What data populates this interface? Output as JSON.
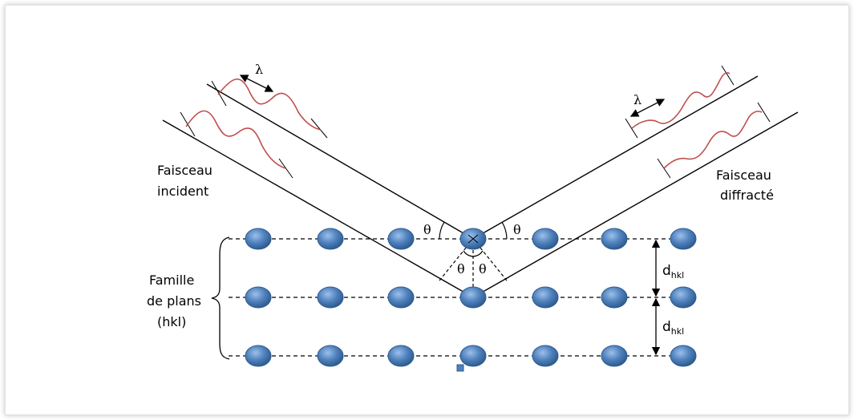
{
  "labels": {
    "incident_l1": "Faisceau",
    "incident_l2": "incident",
    "diffracted_l1": "Faisceau",
    "diffracted_l2": "diffracté",
    "family_l1": "Famille",
    "family_l2": "de plans",
    "family_l3": "(hkl)",
    "lambda": "λ",
    "theta": "θ",
    "d_main": "d",
    "d_sub": "hkl"
  },
  "colors": {
    "atom_fill": "#4f81bd",
    "atom_stroke": "#2f5c8f",
    "wave": "#c0504d",
    "line": "#000000"
  }
}
